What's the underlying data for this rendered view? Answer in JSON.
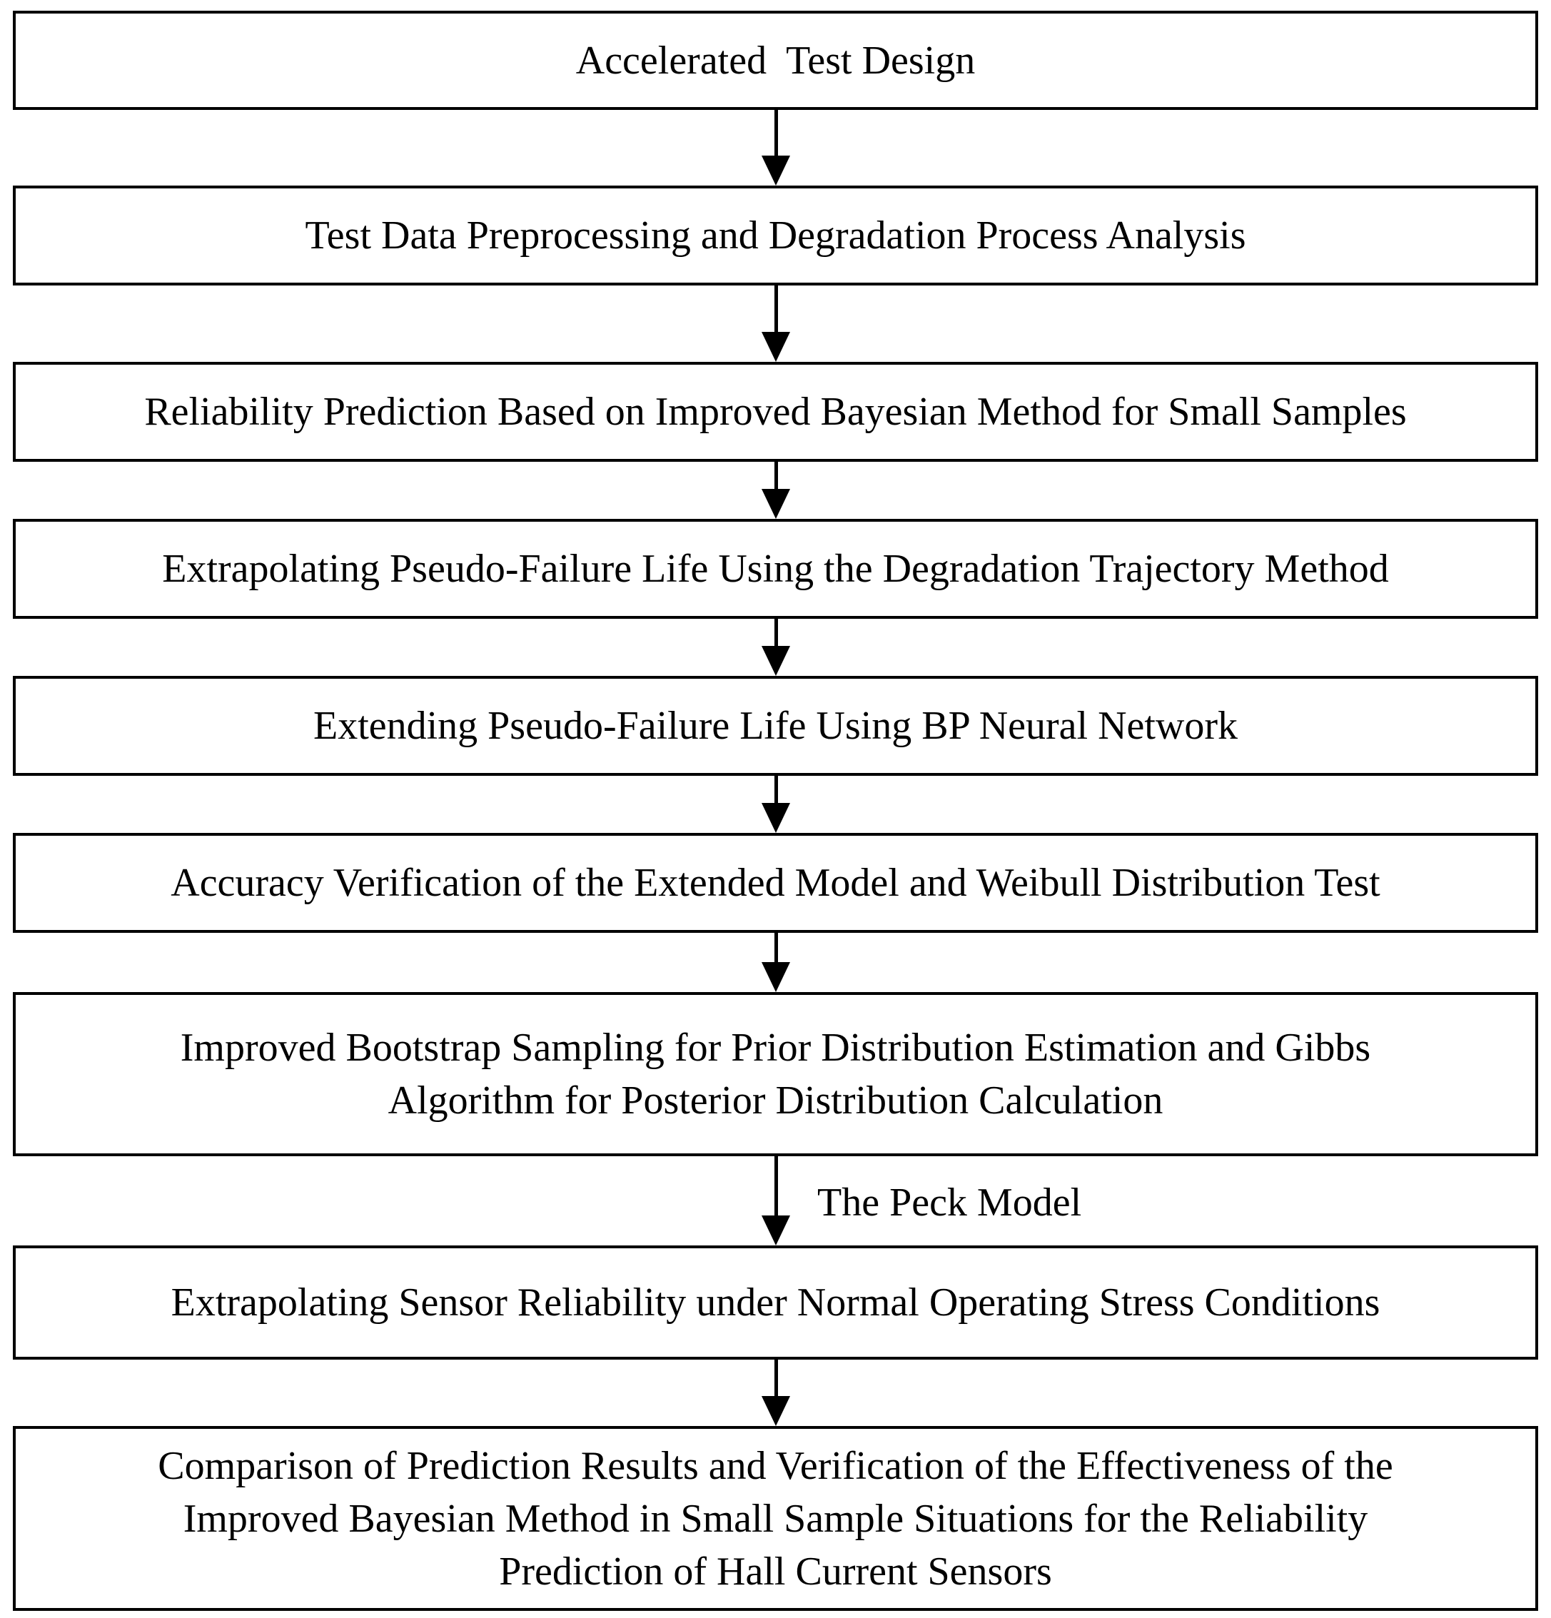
{
  "flowchart": {
    "steps": [
      {
        "lines": [
          "Accelerated  Test Design"
        ]
      },
      {
        "lines": [
          "Test Data Preprocessing and Degradation Process Analysis"
        ]
      },
      {
        "lines": [
          "Reliability Prediction Based on Improved Bayesian Method for Small Samples"
        ]
      },
      {
        "lines": [
          "Extrapolating Pseudo-Failure Life Using the Degradation Trajectory Method"
        ]
      },
      {
        "lines": [
          "Extending Pseudo-Failure Life Using BP Neural Network"
        ]
      },
      {
        "lines": [
          "Accuracy Verification of the Extended Model and Weibull Distribution Test"
        ]
      },
      {
        "lines": [
          "Improved Bootstrap Sampling for Prior Distribution Estimation and Gibbs",
          "Algorithm for Posterior Distribution Calculation"
        ]
      },
      {
        "lines": [
          "Extrapolating Sensor Reliability under Normal Operating Stress Conditions"
        ]
      },
      {
        "lines": [
          "Comparison of Prediction Results and Verification of the Effectiveness of the",
          "Improved Bayesian Method in Small Sample Situations for the Reliability",
          "Prediction of Hall Current Sensors"
        ]
      }
    ],
    "arrow_labels": {
      "peck_model": "The Peck Model"
    }
  }
}
